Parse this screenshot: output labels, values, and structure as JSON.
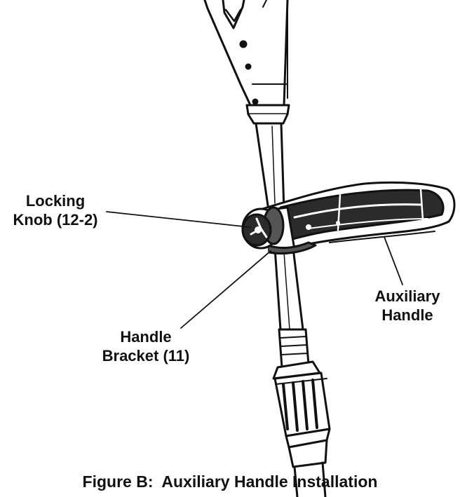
{
  "labels": {
    "locking_knob": [
      "Locking",
      "Knob (12-2)"
    ],
    "auxiliary_handle": [
      "Auxiliary",
      "Handle"
    ],
    "handle_bracket": [
      "Handle",
      "Bracket (11)"
    ]
  },
  "caption": "Figure B:  Auxiliary Handle Installation",
  "colors": {
    "line": "#111111",
    "fill": "#ffffff",
    "handle_dark": "#2b2b2b",
    "handle_mid": "#555555"
  }
}
